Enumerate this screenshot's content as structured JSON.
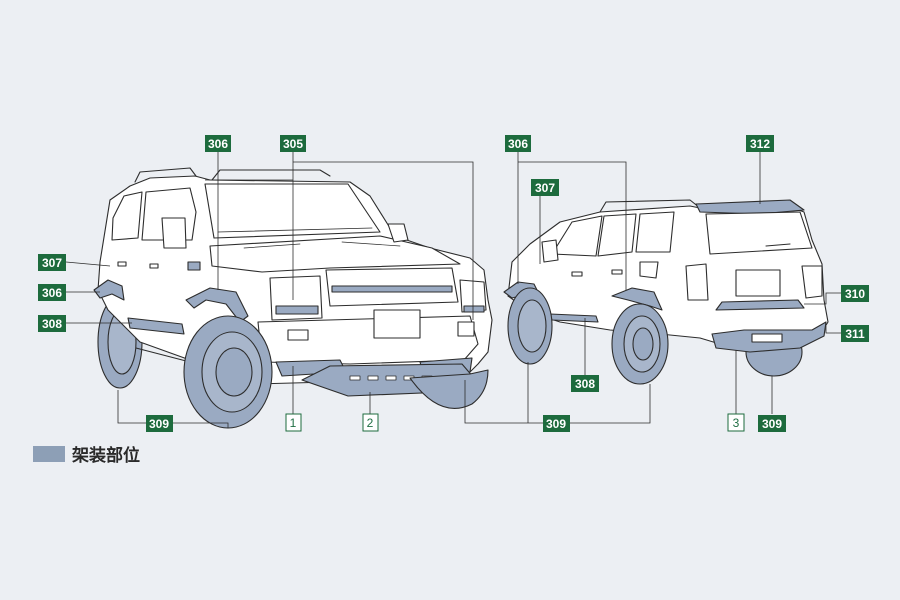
{
  "colors": {
    "background": "#eceff3",
    "part_fill": "#9aaac2",
    "label_bg": "#1d6b3d",
    "outline": "#2d2d2d",
    "legend_swatch": "#8d9fb6"
  },
  "legend": {
    "label": "架装部位"
  },
  "callouts": {
    "front_306_top": "306",
    "front_305": "305",
    "front_307": "307",
    "front_306_side": "306",
    "front_308": "308",
    "front_309": "309",
    "ref_1": "1",
    "ref_2": "2",
    "rear_306": "306",
    "rear_307": "307",
    "rear_308": "308",
    "rear_309_mid": "309",
    "rear_312": "312",
    "rear_310": "310",
    "rear_311": "311",
    "ref_3": "3",
    "rear_309_right": "309"
  }
}
